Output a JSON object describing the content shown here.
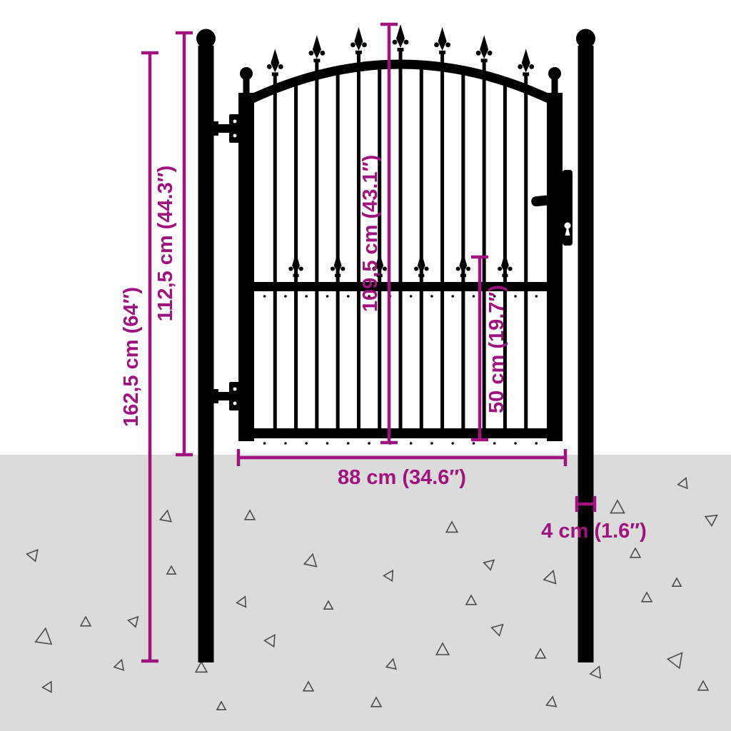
{
  "diagram": {
    "subject": "Black metal garden gate with spear finials between two round fence posts, dimension drawing",
    "accent_color": "#A0127D",
    "ground_color": "#DBDBDB",
    "gate_color": "#000000",
    "speckle_color": "#4B4B4B",
    "dimensions": {
      "total_height": "162,5 cm (64″)",
      "height_above_ground": "112,5 cm (44.3″)",
      "gate_height": "109,5 cm (43.1″)",
      "lower_bars_height": "50 cm (19.7″)",
      "gate_width": "88 cm (34.6″)",
      "post_width": "4 cm (1.6″)"
    }
  }
}
